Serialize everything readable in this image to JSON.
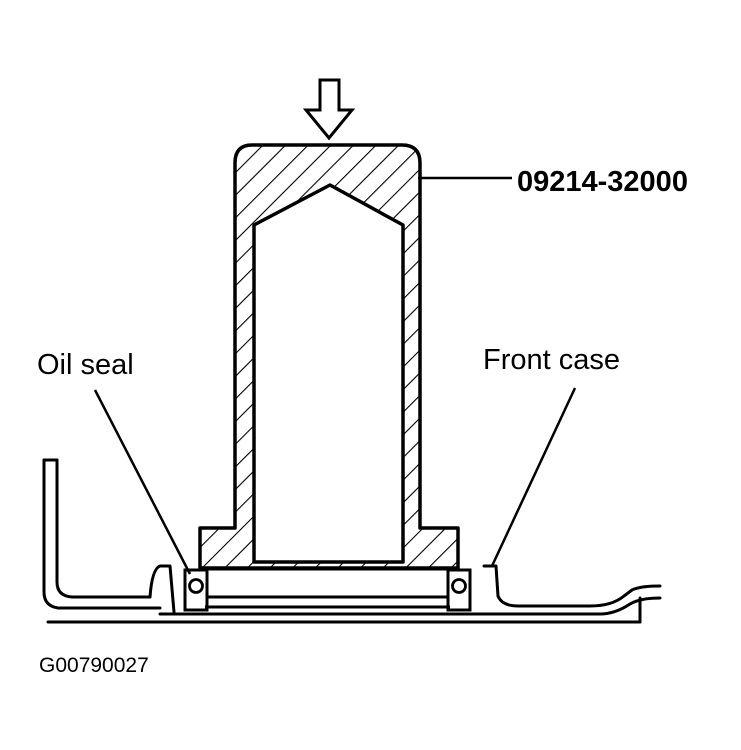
{
  "labels": {
    "tool_part_number": "09214-32000",
    "oil_seal": "Oil seal",
    "front_case": "Front case",
    "figure_id": "G00790027"
  },
  "colors": {
    "line": "#000000",
    "background": "#ffffff"
  },
  "icons": {
    "press_direction": "down-arrow-icon"
  }
}
